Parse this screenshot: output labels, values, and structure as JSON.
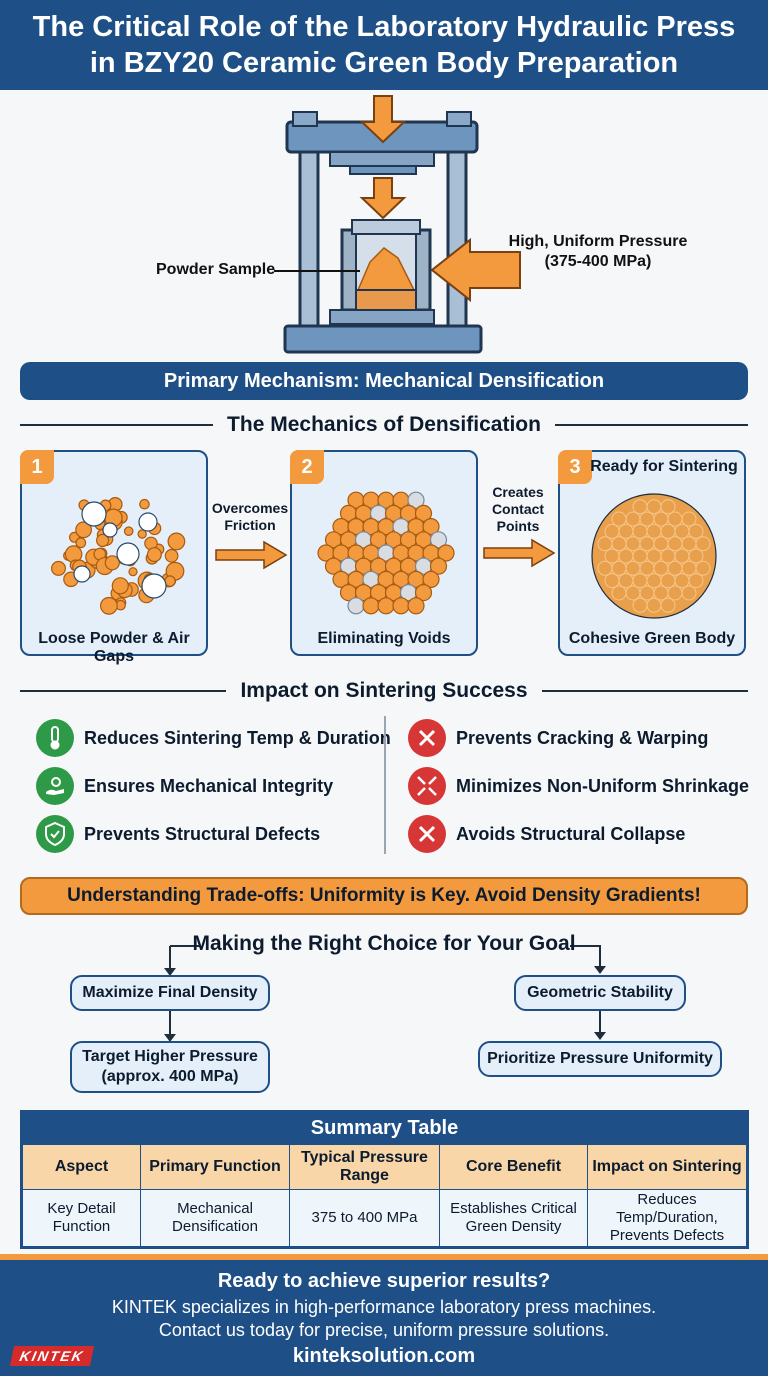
{
  "title": {
    "line1": "The Critical Role of the Laboratory Hydraulic Press",
    "line2": "in BZY20 Ceramic Green Body Preparation"
  },
  "press": {
    "powder_label": "Powder Sample",
    "pressure_label_1": "High, Uniform Pressure",
    "pressure_label_2": "(375-400 MPa)"
  },
  "mechanism_banner": "Primary Mechanism: Mechanical Densification",
  "mechanics": {
    "title": "The Mechanics of Densification",
    "steps": [
      {
        "num": "1",
        "caption": "Loose Powder & Air Gaps"
      },
      {
        "num": "2",
        "caption": "Eliminating Voids"
      },
      {
        "num": "3",
        "top_caption": "Ready for Sintering",
        "caption": "Cohesive Green Body"
      }
    ],
    "arrow1": {
      "line1": "Overcomes",
      "line2": "Friction"
    },
    "arrow2": {
      "line1": "Creates",
      "line2": "Contact",
      "line3": "Points"
    }
  },
  "impact": {
    "title": "Impact on Sintering Success",
    "benefits": [
      "Reduces Sintering Temp & Duration",
      "Ensures Mechanical Integrity",
      "Prevents Structural Defects"
    ],
    "prevents": [
      "Prevents Cracking & Warping",
      "Minimizes Non-Uniform Shrinkage",
      "Avoids Structural Collapse"
    ]
  },
  "tradeoff_banner": "Understanding Trade-offs: Uniformity is Key. Avoid Density Gradients!",
  "choice": {
    "title": "Making the Right Choice for Your Goal",
    "left_goal": "Maximize Final Density",
    "left_action_1": "Target Higher Pressure",
    "left_action_2": "(approx. 400 MPa)",
    "right_goal": "Geometric Stability",
    "right_action": "Prioritize Pressure Uniformity"
  },
  "summary": {
    "title": "Summary Table",
    "headers": [
      "Aspect",
      "Primary Function",
      "Typical Pressure Range",
      "Core Benefit",
      "Impact on Sintering"
    ],
    "row": [
      "Key Detail Function",
      "Mechanical Densification",
      "375 to 400 MPa",
      "Establishes Critical Green Density",
      "Reduces Temp/Duration, Prevents Defects"
    ]
  },
  "footer": {
    "headline": "Ready to achieve superior results?",
    "line1": "KINTEK specializes in high-performance laboratory press machines.",
    "line2": "Contact us today for precise, uniform pressure solutions.",
    "url": "kinteksolution.com",
    "logo": "KINTEK"
  },
  "colors": {
    "brand_blue": "#1e4f86",
    "accent_orange": "#f29a3d",
    "success_green": "#2e9a48",
    "danger_red": "#d63636"
  }
}
